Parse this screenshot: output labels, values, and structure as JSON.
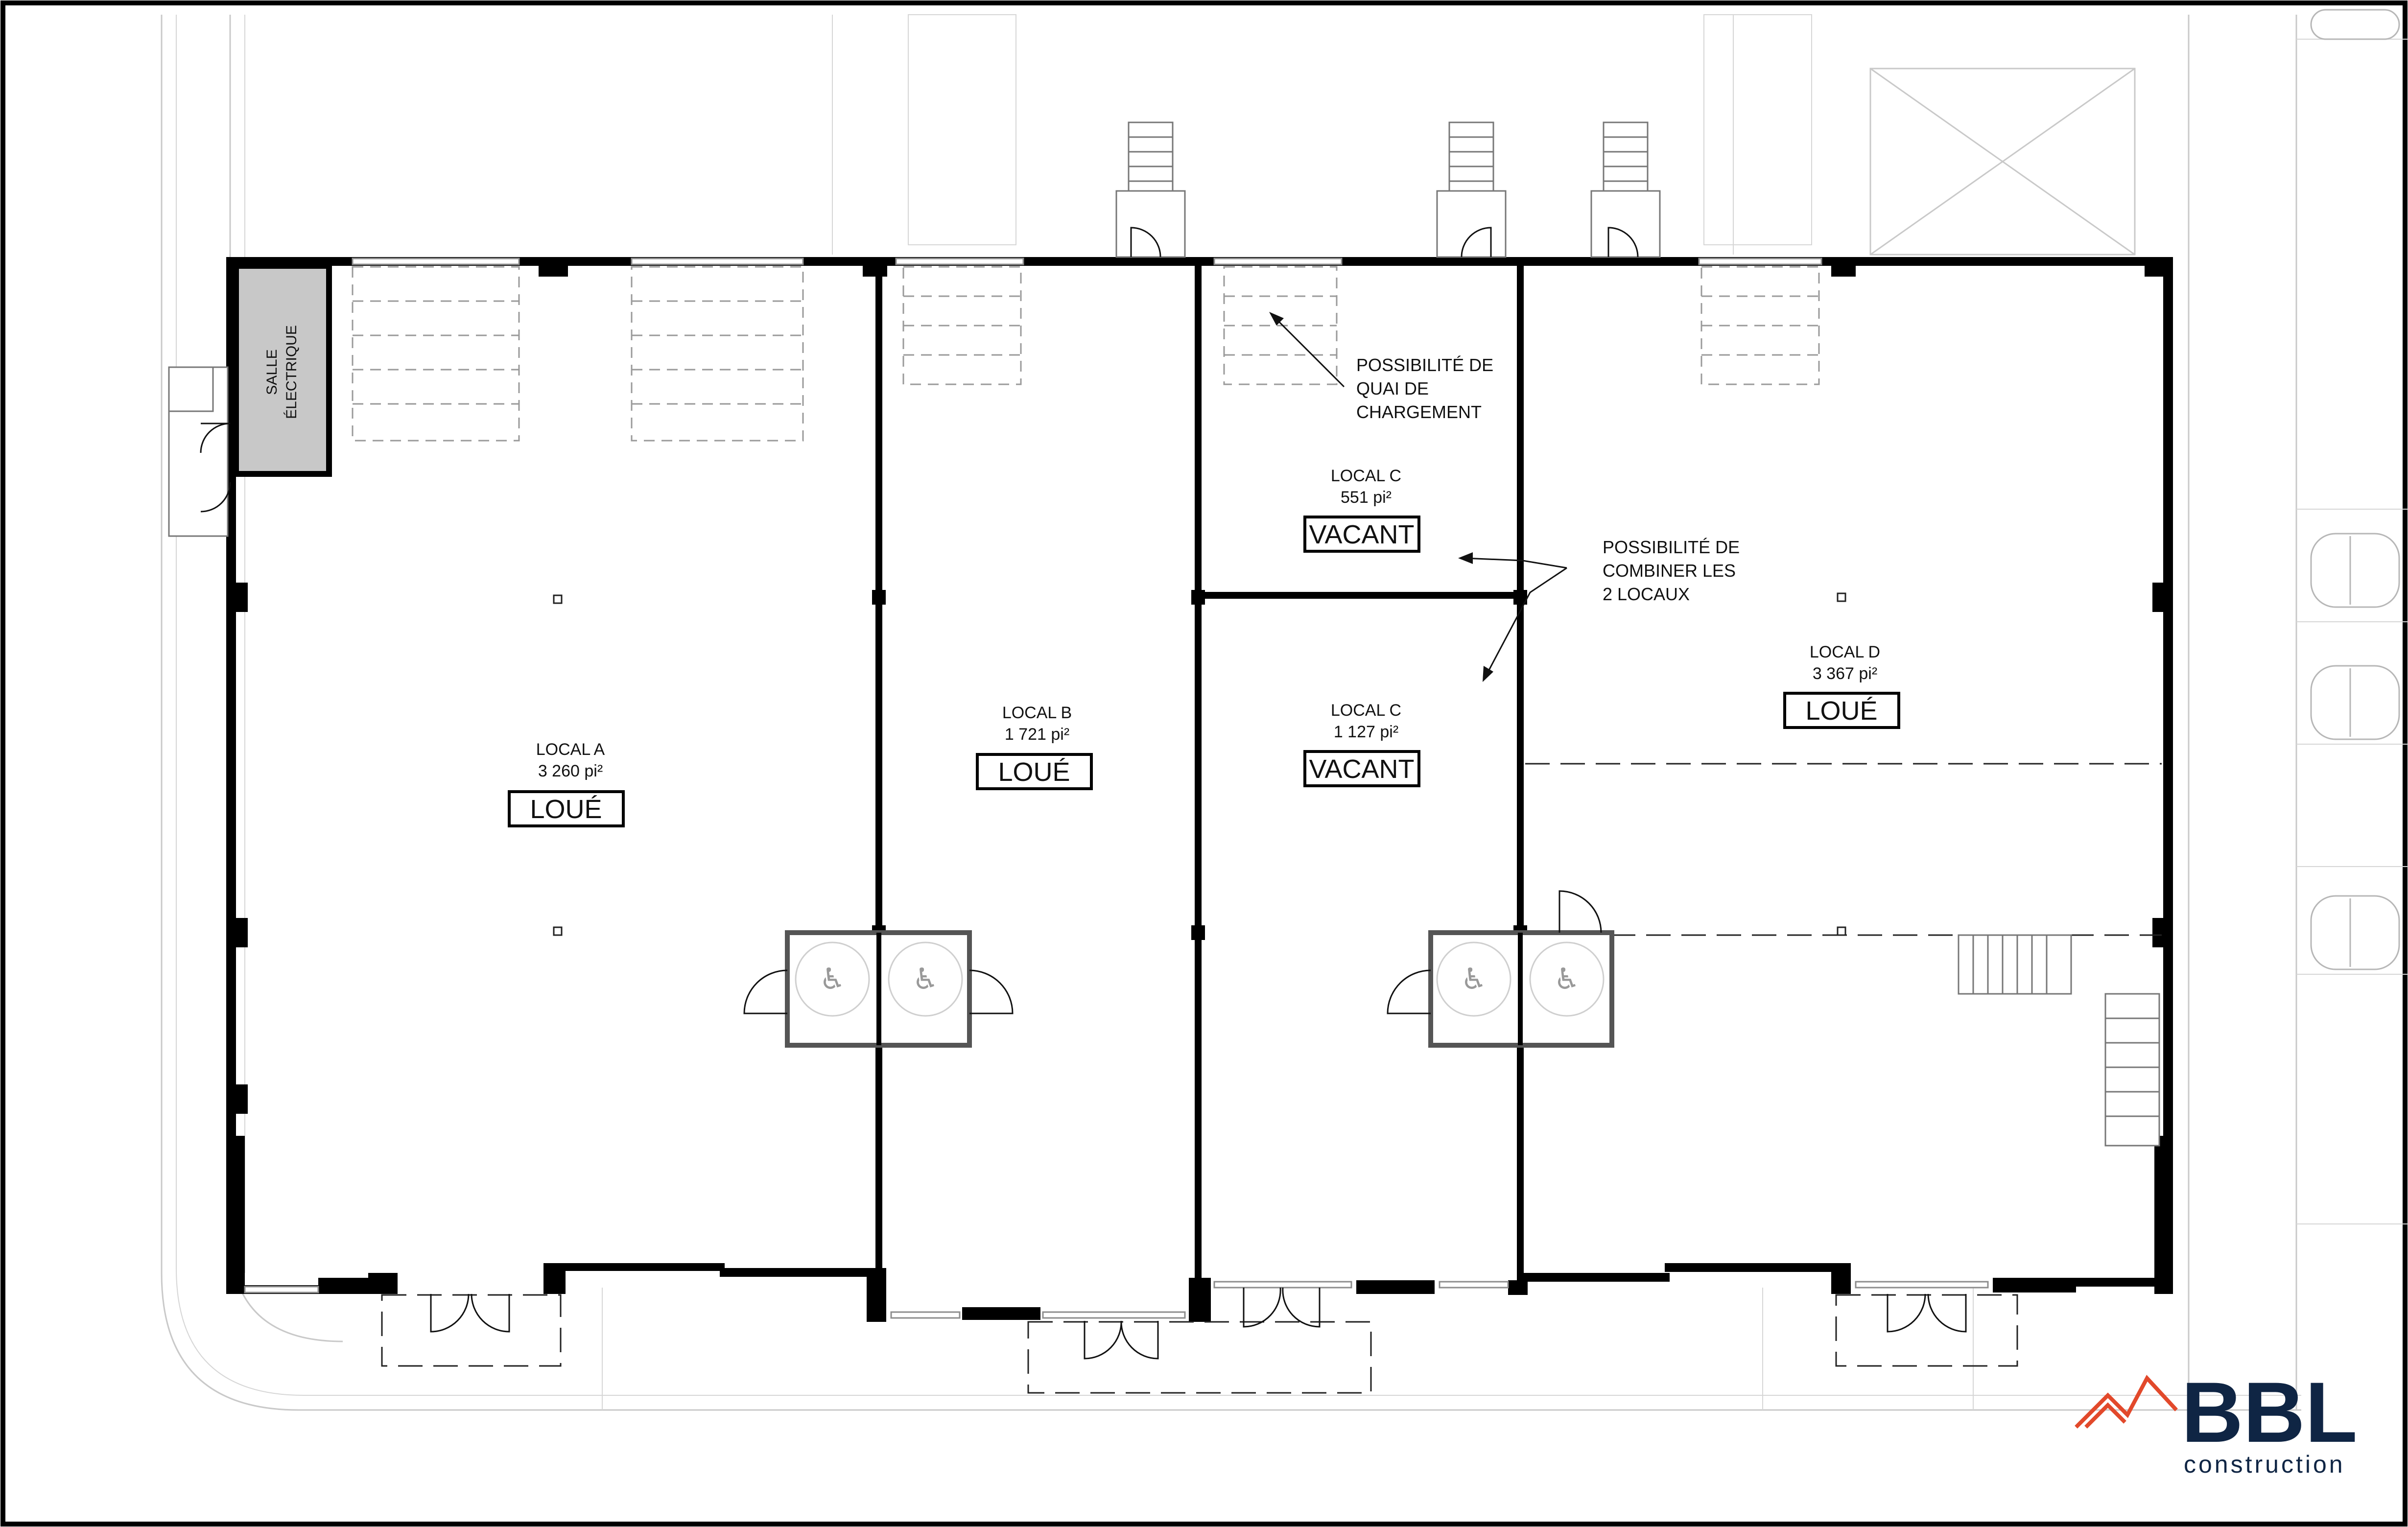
{
  "units": [
    {
      "id": "local-a",
      "name": "LOCAL A",
      "area": "3 260 pi²",
      "status": "LOUÉ"
    },
    {
      "id": "local-b",
      "name": "LOCAL B",
      "area": "1 721 pi²",
      "status": "LOUÉ"
    },
    {
      "id": "local-c-north",
      "name": "LOCAL C",
      "area": "551 pi²",
      "status": "VACANT"
    },
    {
      "id": "local-c-south",
      "name": "LOCAL C",
      "area": "1 127 pi²",
      "status": "VACANT"
    },
    {
      "id": "local-d",
      "name": "LOCAL D",
      "area": "3 367 pi²",
      "status": "LOUÉ"
    }
  ],
  "electrical_room": {
    "line1": "SALLE",
    "line2": "ÉLECTRIQUE"
  },
  "notes": {
    "loading_dock": [
      "POSSIBILITÉ DE",
      "QUAI DE",
      "CHARGEMENT"
    ],
    "combine": [
      "POSSIBILITÉ DE",
      "COMBINER LES",
      "2 LOCAUX"
    ]
  },
  "logo": {
    "name": "BBL",
    "tagline": "construction",
    "accent_color": "#e2492b",
    "text_color": "#0f2544"
  },
  "colors": {
    "wall": "#000000",
    "electrical_fill": "#c8c8c8",
    "site_lines": "#c9c9c9"
  }
}
